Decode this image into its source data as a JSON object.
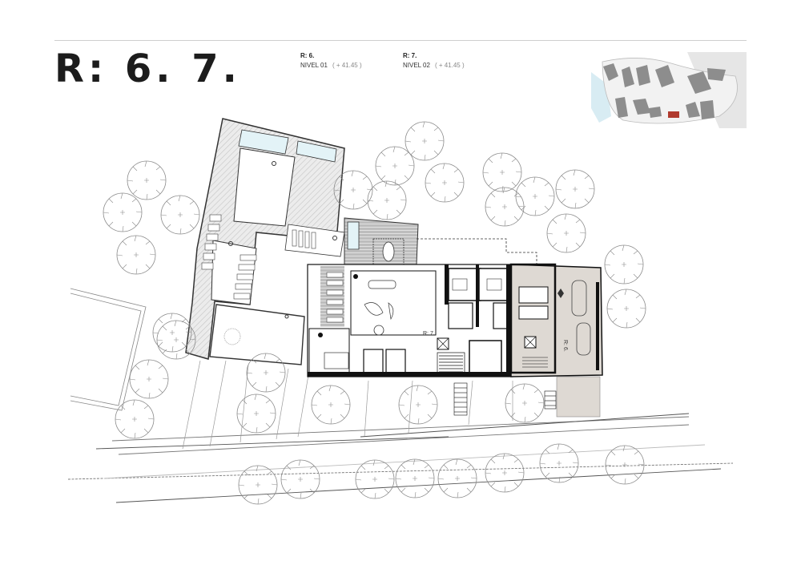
{
  "header": {
    "title": "R: 6. 7."
  },
  "levels": [
    {
      "code": "R: 6.",
      "name": "NIVEL 01",
      "elevation": "( + 41.45 )"
    },
    {
      "code": "R: 7.",
      "name": "NIVEL 02",
      "elevation": "( + 41.45 )"
    }
  ],
  "plan": {
    "labels": {
      "unit_r7": "R: 7.",
      "unit_r6": "R: 6."
    },
    "colors": {
      "highlight_unit": "#ded9d3",
      "pool_water": "#e3f3f7",
      "deck_gray": "#bdbdbd",
      "wall": "#111111",
      "line": "#8a8a8a",
      "keymap_highlight": "#b03a2e"
    }
  },
  "keymap": {
    "label": "site-location-keymap"
  }
}
